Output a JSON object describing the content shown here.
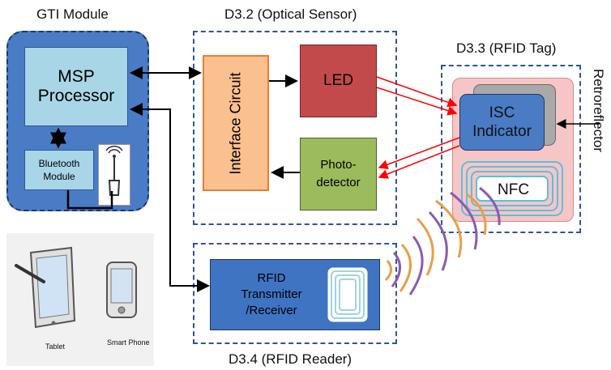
{
  "gti": {
    "title": "GTI Module",
    "processor_line1": "MSP",
    "processor_line2": "Processor",
    "bluetooth_line1": "Bluetooth",
    "bluetooth_line2": "Module"
  },
  "optical": {
    "title": "D3.2 (Optical Sensor)",
    "interface": "Interface Circuit",
    "led": "LED",
    "photo_line1": "Photo-",
    "photo_line2": "detector"
  },
  "rfid_tag": {
    "title": "D3.3 (RFID Tag)",
    "isc_line1": "ISC",
    "isc_line2": "Indicator",
    "nfc": "NFC",
    "retroreflector": "Retroreflector"
  },
  "rfid_reader": {
    "title": "D3.4 (RFID Reader)",
    "line1": "RFID",
    "line2": "Transmitter",
    "line3": "/Receiver"
  },
  "devices": {
    "tablet": "Tablet",
    "phone": "Smart Phone"
  },
  "colors": {
    "gti_blue": "#3f74c2",
    "light_blue": "#9ed2e3",
    "orange": "#f9be8f",
    "red": "#c44d4c",
    "green": "#9bbb59",
    "pink": "#f7c6c6",
    "arrow_red": "#ff0000",
    "wave_orange": "#e6a04a",
    "wave_purple": "#8a5cb0"
  }
}
